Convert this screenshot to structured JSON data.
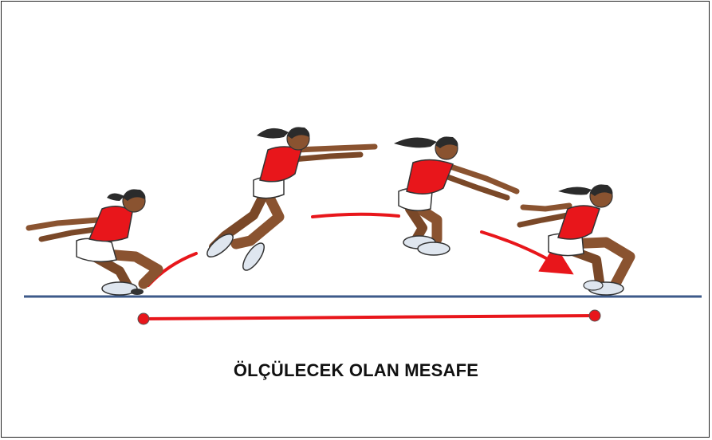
{
  "caption": "ÖLÇÜLECEK OLAN MESAFE",
  "colors": {
    "ground_line": "#3d5a8a",
    "measure_line": "#e8161b",
    "trajectory": "#e8161b",
    "shirt": "#e8161b",
    "skin": "#8a5330",
    "hair": "#2b2b2b",
    "shorts": "#ffffff",
    "shoes": "#dfe6ef"
  },
  "figures": [
    "crouch-start",
    "takeoff-jump",
    "tucked-flight",
    "landing-crouch"
  ]
}
